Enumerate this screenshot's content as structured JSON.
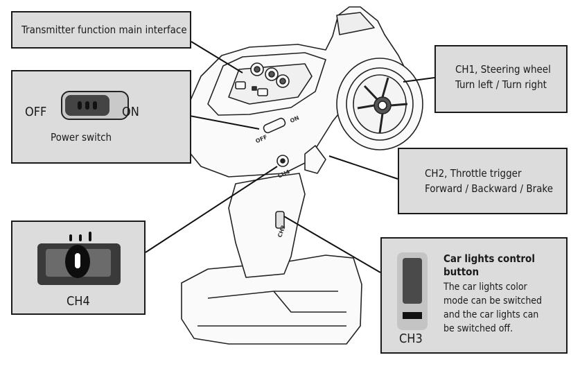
{
  "callouts": {
    "main_interface": "Transmitter function main interface",
    "power": {
      "off": "OFF",
      "on": "ON",
      "label": "Power switch"
    },
    "ch1": {
      "line1": "CH1, Steering wheel",
      "line2": "Turn left / Turn right"
    },
    "ch2": {
      "line1": "CH2, Throttle trigger",
      "line2": "Forward / Backward / Brake"
    },
    "ch4": {
      "label": "CH4"
    },
    "ch3": {
      "label": "CH3",
      "title": "Car lights control button",
      "desc": [
        "The car lights color",
        "mode can be switched",
        "and the car lights can",
        "be switched off."
      ]
    }
  },
  "device_labels": {
    "off": "OFF",
    "on": "ON",
    "ch4": "CH4",
    "ch3": "CH3"
  },
  "colors": {
    "callout_bg": "#dcdcdc",
    "outline": "#1a1a1a",
    "switch_dark": "#444444"
  }
}
